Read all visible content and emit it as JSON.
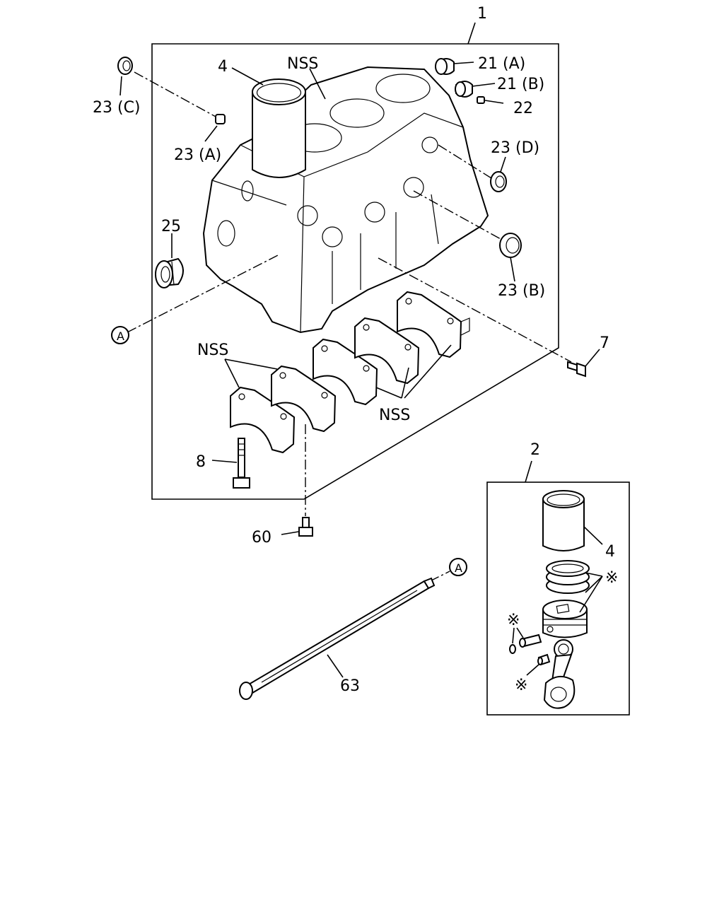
{
  "labels": {
    "assembly": "1",
    "piston_kit": "2",
    "liner": "4",
    "liner_kit": "4",
    "nss_top": "NSS",
    "nss_left": "NSS",
    "nss_right": "NSS",
    "plug_21a": "21 (A)",
    "plug_21b": "21 (B)",
    "plug_22": "22",
    "plug_23a": "23 (A)",
    "plug_23b": "23 (B)",
    "plug_23c": "23 (C)",
    "plug_23d": "23 (D)",
    "bushing": "25",
    "bolt_7": "7",
    "bolt_8": "8",
    "bolt_60": "60",
    "pipe": "63",
    "ref_a1": "A",
    "ref_a2": "A",
    "star_rings": "※",
    "star_pin": "※",
    "star_bush": "※"
  }
}
